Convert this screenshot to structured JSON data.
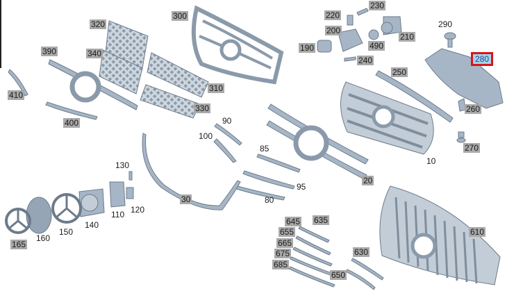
{
  "diagram": {
    "accent_color": "#d9141b",
    "part_color": "#a7b6c6",
    "label_bg": "#a9a9a9",
    "selected_label": "280",
    "labels": [
      {
        "id": "230",
        "text": "230",
        "style": "box"
      },
      {
        "id": "220",
        "text": "220",
        "style": "box"
      },
      {
        "id": "200",
        "text": "200",
        "style": "box"
      },
      {
        "id": "210",
        "text": "210",
        "style": "box"
      },
      {
        "id": "190",
        "text": "190",
        "style": "box"
      },
      {
        "id": "490",
        "text": "490",
        "style": "box"
      },
      {
        "id": "240",
        "text": "240",
        "style": "box"
      },
      {
        "id": "290",
        "text": "290",
        "style": "plain"
      },
      {
        "id": "280",
        "text": "280",
        "style": "sel"
      },
      {
        "id": "250",
        "text": "250",
        "style": "box"
      },
      {
        "id": "260",
        "text": "260",
        "style": "box"
      },
      {
        "id": "270",
        "text": "270",
        "style": "box"
      },
      {
        "id": "300",
        "text": "300",
        "style": "box"
      },
      {
        "id": "320",
        "text": "320",
        "style": "box"
      },
      {
        "id": "340",
        "text": "340",
        "style": "box"
      },
      {
        "id": "310",
        "text": "310",
        "style": "box"
      },
      {
        "id": "330",
        "text": "330",
        "style": "box"
      },
      {
        "id": "390",
        "text": "390",
        "style": "box"
      },
      {
        "id": "410",
        "text": "410",
        "style": "box"
      },
      {
        "id": "400",
        "text": "400",
        "style": "box"
      },
      {
        "id": "90",
        "text": "90",
        "style": "plain"
      },
      {
        "id": "100",
        "text": "100",
        "style": "plain"
      },
      {
        "id": "85",
        "text": "85",
        "style": "plain"
      },
      {
        "id": "95",
        "text": "95",
        "style": "plain"
      },
      {
        "id": "80",
        "text": "80",
        "style": "plain"
      },
      {
        "id": "10",
        "text": "10",
        "style": "plain"
      },
      {
        "id": "20",
        "text": "20",
        "style": "box"
      },
      {
        "id": "30",
        "text": "30",
        "style": "box"
      },
      {
        "id": "130",
        "text": "130",
        "style": "plain"
      },
      {
        "id": "110",
        "text": "110",
        "style": "plain"
      },
      {
        "id": "120",
        "text": "120",
        "style": "plain"
      },
      {
        "id": "140",
        "text": "140",
        "style": "plain"
      },
      {
        "id": "150",
        "text": "150",
        "style": "plain"
      },
      {
        "id": "160",
        "text": "160",
        "style": "plain"
      },
      {
        "id": "165",
        "text": "165",
        "style": "box"
      },
      {
        "id": "645",
        "text": "645",
        "style": "box"
      },
      {
        "id": "635",
        "text": "635",
        "style": "box"
      },
      {
        "id": "655",
        "text": "655",
        "style": "box"
      },
      {
        "id": "665",
        "text": "665",
        "style": "box"
      },
      {
        "id": "675",
        "text": "675",
        "style": "box"
      },
      {
        "id": "685",
        "text": "685",
        "style": "box"
      },
      {
        "id": "630",
        "text": "630",
        "style": "box"
      },
      {
        "id": "650",
        "text": "650",
        "style": "box"
      },
      {
        "id": "610",
        "text": "610",
        "style": "box"
      }
    ]
  }
}
